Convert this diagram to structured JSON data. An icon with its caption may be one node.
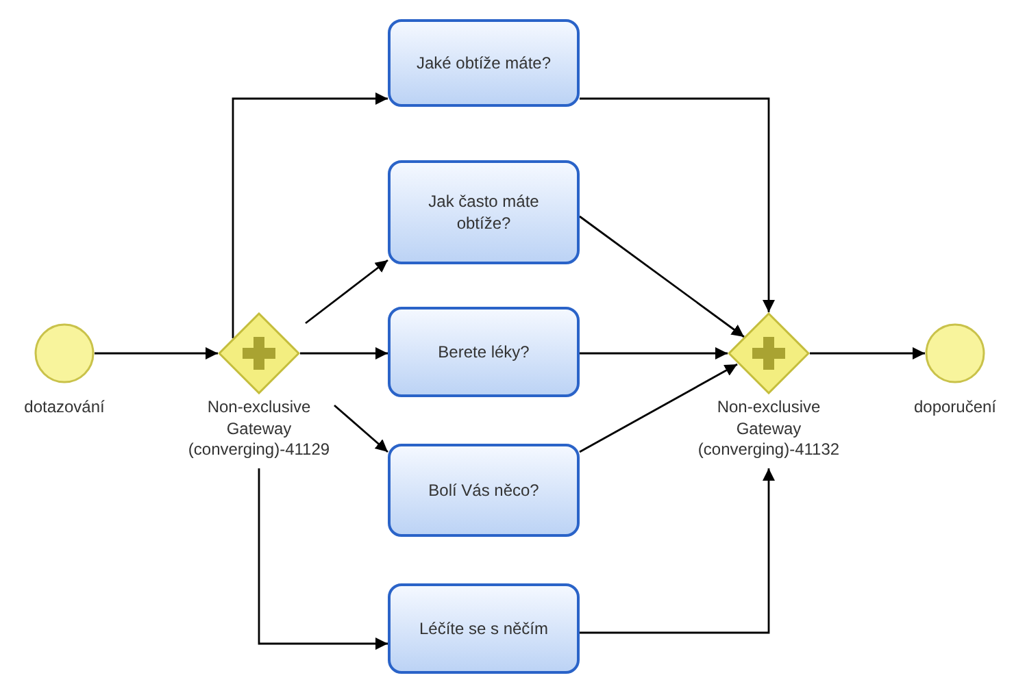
{
  "diagram": {
    "nodes": [
      {
        "text": [
          "dotazování"
        ]
      },
      {
        "text": [
          "Non-exclusive Gateway (converging)-41129"
        ]
      },
      {
        "text": [
          "Jaké obtíže máte?"
        ]
      },
      {
        "text": [
          "Jak často máte obtíže?"
        ]
      },
      {
        "text": [
          "Berete léky?"
        ]
      },
      {
        "text": [
          "Bolí Vás něco?"
        ]
      },
      {
        "text": [
          "Léčíte se s něčím"
        ]
      },
      {
        "text": [
          "Non-exclusive Gateway (converging)-41132"
        ]
      },
      {
        "text": [
          "doporučení"
        ]
      }
    ],
    "edges": [
      {
        "from": 0,
        "to": 1,
        "arrow": "to"
      },
      {
        "from": 1,
        "to": 2,
        "arrow": "to"
      },
      {
        "from": 1,
        "to": 3,
        "arrow": "to"
      },
      {
        "from": 1,
        "to": 4,
        "arrow": "to"
      },
      {
        "from": 1,
        "to": 5,
        "arrow": "to"
      },
      {
        "from": 1,
        "to": 6,
        "arrow": "to"
      },
      {
        "from": 2,
        "to": 7,
        "arrow": "to"
      },
      {
        "from": 3,
        "to": 7,
        "arrow": "to"
      },
      {
        "from": 4,
        "to": 7,
        "arrow": "to"
      },
      {
        "from": 5,
        "to": 7,
        "arrow": "to"
      },
      {
        "from": 6,
        "to": 7,
        "arrow": "to"
      },
      {
        "from": 7,
        "to": 8,
        "arrow": "to"
      }
    ]
  }
}
